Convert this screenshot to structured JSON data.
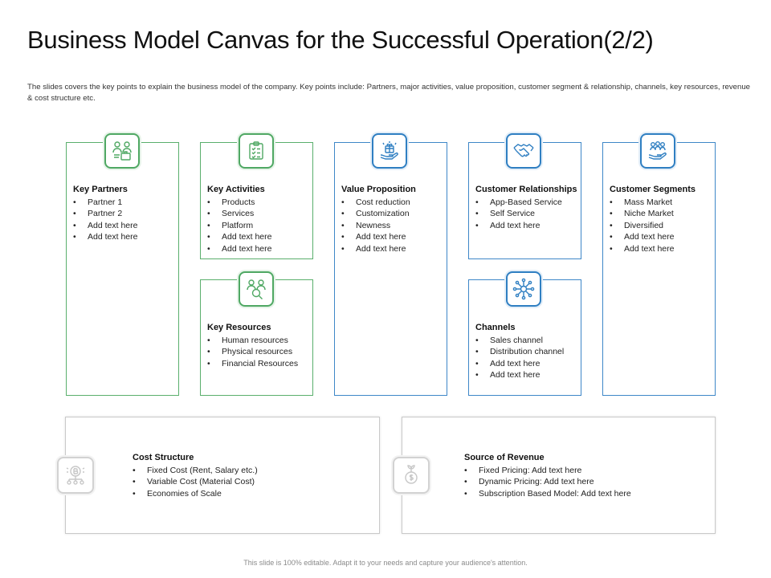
{
  "title": "Business Model Canvas for the Successful Operation(2/2)",
  "subtitle": "The slides covers the key points to explain the business model of the company. Key points include: Partners, major activities, value proposition, customer segment & relationship, channels, key resources, revenue & cost structure etc.",
  "blocks": {
    "key_partners": {
      "heading": "Key Partners",
      "items": [
        "Partner 1",
        "Partner 2",
        "Add text here",
        "Add text here"
      ]
    },
    "key_activities": {
      "heading": "Key Activities",
      "items": [
        "Products",
        "Services",
        "Platform",
        "Add text here",
        "Add text here"
      ]
    },
    "key_resources": {
      "heading": "Key Resources",
      "items": [
        "Human resources",
        "Physical resources",
        "Financial Resources"
      ]
    },
    "value_proposition": {
      "heading": "Value Proposition",
      "items": [
        "Cost reduction",
        "Customization",
        "Newness",
        "Add text here",
        "Add text here"
      ]
    },
    "customer_relationships": {
      "heading": "Customer Relationships",
      "items": [
        "App-Based Service",
        "Self Service",
        "Add text here"
      ]
    },
    "channels": {
      "heading": "Channels",
      "items": [
        "Sales channel",
        "Distribution channel",
        "Add text here",
        "Add text here"
      ]
    },
    "customer_segments": {
      "heading": "Customer Segments",
      "items": [
        "Mass Market",
        "Niche Market",
        "Diversified",
        "Add text here",
        "Add text here"
      ]
    },
    "cost_structure": {
      "heading": "Cost Structure",
      "items": [
        "Fixed Cost (Rent, Salary etc.)",
        "Variable Cost (Material Cost)",
        "Economies of Scale"
      ]
    },
    "source_of_revenue": {
      "heading": "Source of Revenue",
      "items": [
        "Fixed Pricing: Add text here",
        "Dynamic Pricing: Add text here",
        "Subscription Based Model: Add text here"
      ]
    }
  },
  "icons": {
    "key_partners": "partners-icon",
    "key_activities": "checklist-icon",
    "key_resources": "resources-search-icon",
    "value_proposition": "hand-gift-icon",
    "customer_relationships": "handshake-icon",
    "channels": "network-hub-icon",
    "customer_segments": "hand-group-icon",
    "cost_structure": "bitcoin-network-icon",
    "source_of_revenue": "money-growth-icon"
  },
  "colors": {
    "green": "#4fa863",
    "blue": "#2f7fc2",
    "grey": "#c9c9c9"
  },
  "footer": "This slide is 100% editable. Adapt it to your needs and capture your audience's attention."
}
